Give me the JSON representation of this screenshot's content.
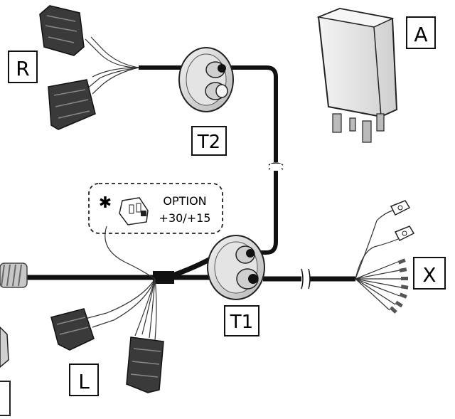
{
  "labels": {
    "r": "R",
    "t2": "T2",
    "a": "A",
    "x": "X",
    "t1": "T1",
    "l": "L"
  },
  "option": {
    "star": "✱",
    "title": "OPTION",
    "value": "+30/+15"
  },
  "colors": {
    "cable": "#111111",
    "connector": "#3a3a3a",
    "relay_body": "#e6e6e6",
    "grommet": "#d8d8d8",
    "label_border": "#111111"
  }
}
